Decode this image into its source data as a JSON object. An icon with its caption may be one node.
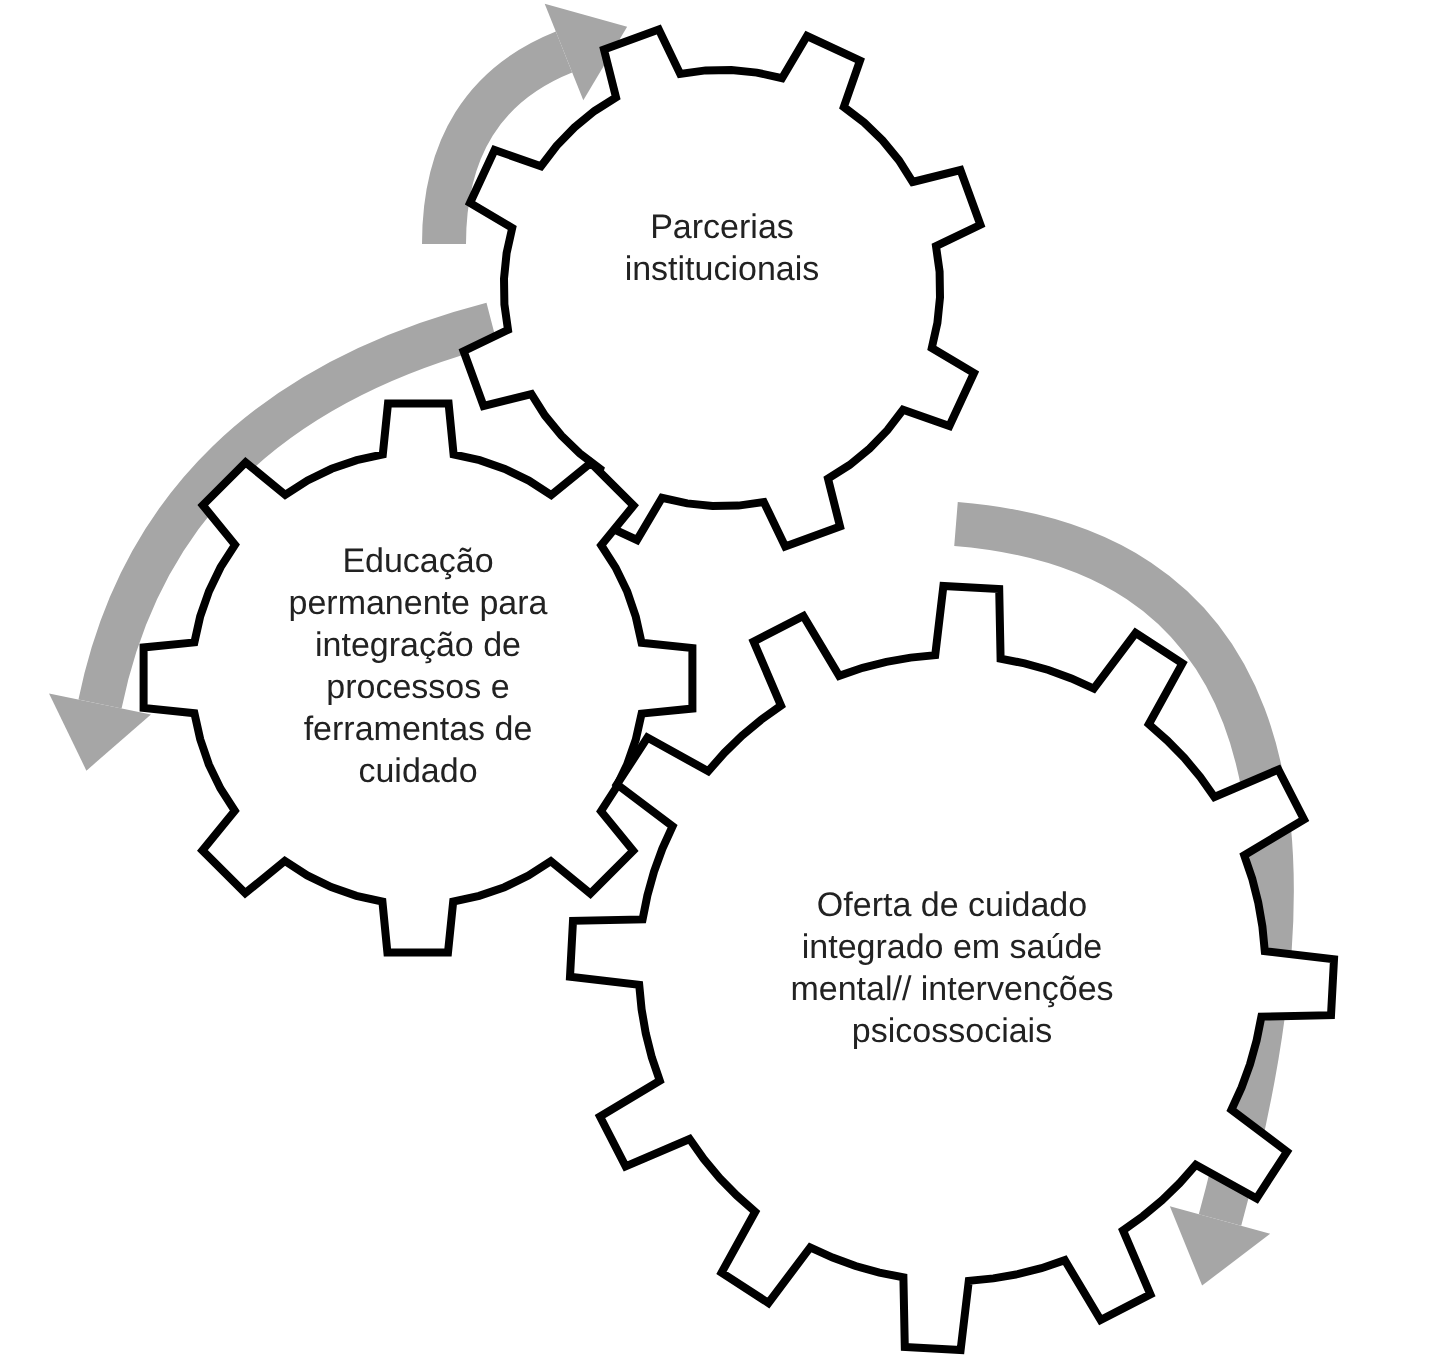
{
  "diagram": {
    "nodes": [
      {
        "text": [
          "Parcerias institucionais"
        ]
      },
      {
        "text": [
          "Educação permanente para integração de processos e ferramentas de cuidado"
        ]
      },
      {
        "text": [
          "Oferta de cuidado integrado em saúde mental// intervenções psicossociais"
        ]
      }
    ]
  }
}
